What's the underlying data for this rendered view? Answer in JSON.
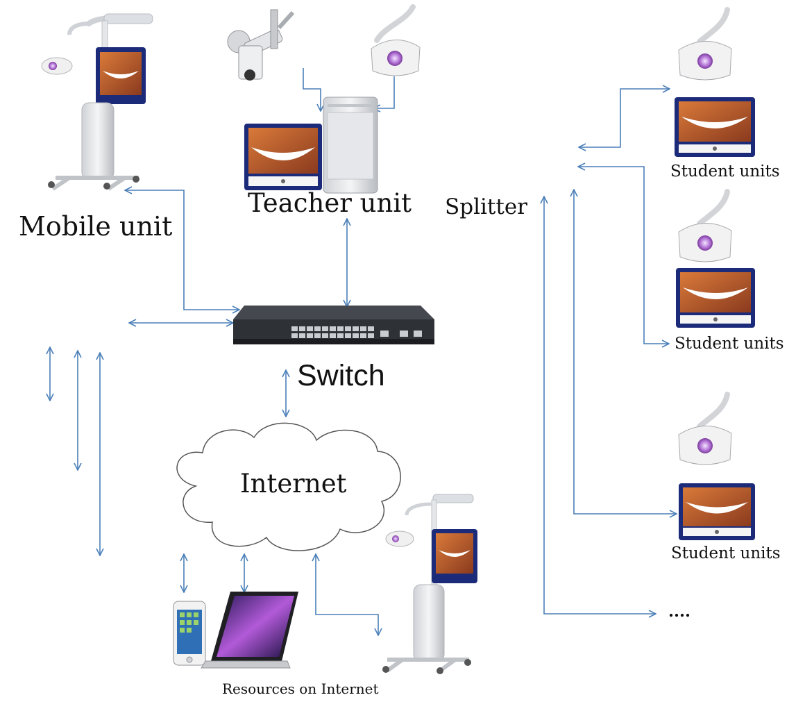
{
  "labels": {
    "mobile_unit": "Mobile unit",
    "teacher_unit": "Teacher unit",
    "splitter": "Splitter",
    "switch": "Switch",
    "internet": "Internet",
    "student_units_1": "Student units",
    "student_units_2": "Student units",
    "student_units_3": "Student units",
    "ellipsis": "....",
    "resources": "Resources on Internet"
  },
  "colors": {
    "arrow": "#4a7fb8",
    "monitor_frame": "#1c2a7a",
    "switch_body": "#2e3136",
    "cloud_stroke": "#555555"
  }
}
